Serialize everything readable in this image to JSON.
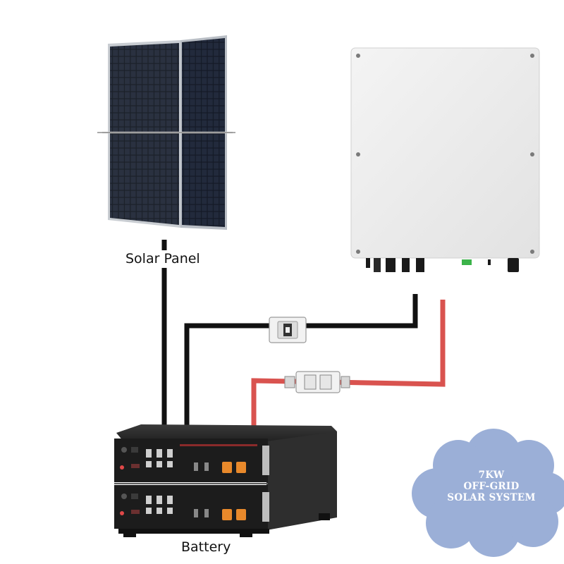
{
  "labels": {
    "solar_panel": "Solar Panel",
    "battery": "Battery"
  },
  "badge": {
    "line1": "7KW",
    "line2": "OFF-GRID",
    "line3": "SOLAR SYSTEM"
  },
  "colors": {
    "badge_fill": "#9BAFD7",
    "panel_cell": "#1A1F2A",
    "panel_frame": "#C9CDD2",
    "inverter_body": "#EEEEEE",
    "cable_black": "#111111",
    "cable_red": "#D9534F",
    "battery_body": "#1C1C1C",
    "terminal_orange": "#E8892B",
    "terminal_green": "#3CB34A"
  }
}
